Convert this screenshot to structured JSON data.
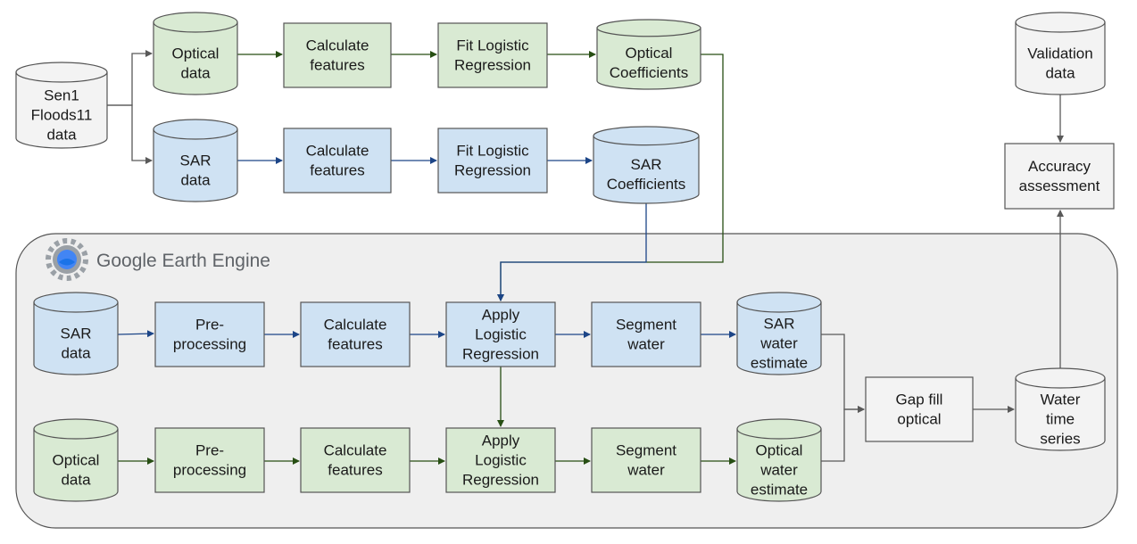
{
  "platform": {
    "name": "Google Earth Engine"
  },
  "colors": {
    "green_fill": "#d9ead3",
    "blue_fill": "#cfe2f3",
    "gray_fill": "#f3f3f3",
    "stroke": "#555555",
    "platform_fill": "#efefef",
    "edge_green": "#274e13",
    "edge_blue": "#1c4587",
    "edge_gray": "#595959"
  },
  "nodes": {
    "sen1floods11": {
      "lines": [
        "Sen1",
        "Floods11",
        "data"
      ],
      "shape": "cylinder",
      "color": "gray"
    },
    "optical_data_top": {
      "lines": [
        "Optical",
        "data"
      ],
      "shape": "cylinder",
      "color": "green"
    },
    "calc_features_opt_top": {
      "lines": [
        "Calculate",
        "features"
      ],
      "shape": "box",
      "color": "green"
    },
    "fit_logreg_opt": {
      "lines": [
        "Fit Logistic",
        "Regression"
      ],
      "shape": "box",
      "color": "green"
    },
    "optical_coefficients": {
      "lines": [
        "Optical",
        "Coefficients"
      ],
      "shape": "cylinder",
      "color": "green"
    },
    "sar_data_top": {
      "lines": [
        "SAR",
        "data"
      ],
      "shape": "cylinder",
      "color": "blue"
    },
    "calc_features_sar_top": {
      "lines": [
        "Calculate",
        "features"
      ],
      "shape": "box",
      "color": "blue"
    },
    "fit_logreg_sar": {
      "lines": [
        "Fit Logistic",
        "Regression"
      ],
      "shape": "box",
      "color": "blue"
    },
    "sar_coefficients": {
      "lines": [
        "SAR",
        "Coefficients"
      ],
      "shape": "cylinder",
      "color": "blue"
    },
    "validation_data": {
      "lines": [
        "Validation",
        "data"
      ],
      "shape": "cylinder",
      "color": "gray"
    },
    "accuracy_assessment": {
      "lines": [
        "Accuracy",
        "assessment"
      ],
      "shape": "box",
      "color": "gray"
    },
    "sar_data_gee": {
      "lines": [
        "SAR",
        "data"
      ],
      "shape": "cylinder",
      "color": "blue"
    },
    "preprocessing_sar": {
      "lines": [
        "Pre-",
        "processing"
      ],
      "shape": "box",
      "color": "blue"
    },
    "calc_features_sar_gee": {
      "lines": [
        "Calculate",
        "features"
      ],
      "shape": "box",
      "color": "blue"
    },
    "apply_logreg_sar": {
      "lines": [
        "Apply",
        "Logistic",
        "Regression"
      ],
      "shape": "box",
      "color": "blue"
    },
    "segment_water_sar": {
      "lines": [
        "Segment",
        "water"
      ],
      "shape": "box",
      "color": "blue"
    },
    "sar_water_estimate": {
      "lines": [
        "SAR",
        "water",
        "estimate"
      ],
      "shape": "cylinder",
      "color": "blue"
    },
    "optical_data_gee": {
      "lines": [
        "Optical",
        "data"
      ],
      "shape": "cylinder",
      "color": "green"
    },
    "preprocessing_opt": {
      "lines": [
        "Pre-",
        "processing"
      ],
      "shape": "box",
      "color": "green"
    },
    "calc_features_opt_gee": {
      "lines": [
        "Calculate",
        "features"
      ],
      "shape": "box",
      "color": "green"
    },
    "apply_logreg_opt": {
      "lines": [
        "Apply",
        "Logistic",
        "Regression"
      ],
      "shape": "box",
      "color": "green"
    },
    "segment_water_opt": {
      "lines": [
        "Segment",
        "water"
      ],
      "shape": "box",
      "color": "green"
    },
    "optical_water_estimate": {
      "lines": [
        "Optical",
        "water",
        "estimate"
      ],
      "shape": "cylinder",
      "color": "green"
    },
    "gap_fill_optical": {
      "lines": [
        "Gap fill",
        "optical"
      ],
      "shape": "box",
      "color": "gray"
    },
    "water_time_series": {
      "lines": [
        "Water",
        "time",
        "series"
      ],
      "shape": "cylinder",
      "color": "gray"
    }
  },
  "edges": [
    {
      "from": "sen1floods11",
      "to": "optical_data_top",
      "color": "gray"
    },
    {
      "from": "sen1floods11",
      "to": "sar_data_top",
      "color": "gray"
    },
    {
      "from": "optical_data_top",
      "to": "calc_features_opt_top",
      "color": "green"
    },
    {
      "from": "calc_features_opt_top",
      "to": "fit_logreg_opt",
      "color": "green"
    },
    {
      "from": "fit_logreg_opt",
      "to": "optical_coefficients",
      "color": "green"
    },
    {
      "from": "sar_data_top",
      "to": "calc_features_sar_top",
      "color": "blue"
    },
    {
      "from": "calc_features_sar_top",
      "to": "fit_logreg_sar",
      "color": "blue"
    },
    {
      "from": "fit_logreg_sar",
      "to": "sar_coefficients",
      "color": "blue"
    },
    {
      "from": "optical_coefficients",
      "to": "apply_logreg_sar",
      "color": "green"
    },
    {
      "from": "sar_coefficients",
      "to": "apply_logreg_sar",
      "color": "blue"
    },
    {
      "from": "sar_data_gee",
      "to": "preprocessing_sar",
      "color": "blue"
    },
    {
      "from": "preprocessing_sar",
      "to": "calc_features_sar_gee",
      "color": "blue"
    },
    {
      "from": "calc_features_sar_gee",
      "to": "apply_logreg_sar",
      "color": "blue"
    },
    {
      "from": "apply_logreg_sar",
      "to": "segment_water_sar",
      "color": "blue"
    },
    {
      "from": "segment_water_sar",
      "to": "sar_water_estimate",
      "color": "blue"
    },
    {
      "from": "apply_logreg_sar",
      "to": "apply_logreg_opt",
      "color": "green"
    },
    {
      "from": "optical_data_gee",
      "to": "preprocessing_opt",
      "color": "green"
    },
    {
      "from": "preprocessing_opt",
      "to": "calc_features_opt_gee",
      "color": "green"
    },
    {
      "from": "calc_features_opt_gee",
      "to": "apply_logreg_opt",
      "color": "green"
    },
    {
      "from": "apply_logreg_opt",
      "to": "segment_water_opt",
      "color": "green"
    },
    {
      "from": "segment_water_opt",
      "to": "optical_water_estimate",
      "color": "green"
    },
    {
      "from": "sar_water_estimate",
      "to": "gap_fill_optical",
      "color": "gray"
    },
    {
      "from": "optical_water_estimate",
      "to": "gap_fill_optical",
      "color": "gray"
    },
    {
      "from": "gap_fill_optical",
      "to": "water_time_series",
      "color": "gray"
    },
    {
      "from": "water_time_series",
      "to": "accuracy_assessment",
      "color": "gray"
    },
    {
      "from": "validation_data",
      "to": "accuracy_assessment",
      "color": "gray"
    }
  ]
}
